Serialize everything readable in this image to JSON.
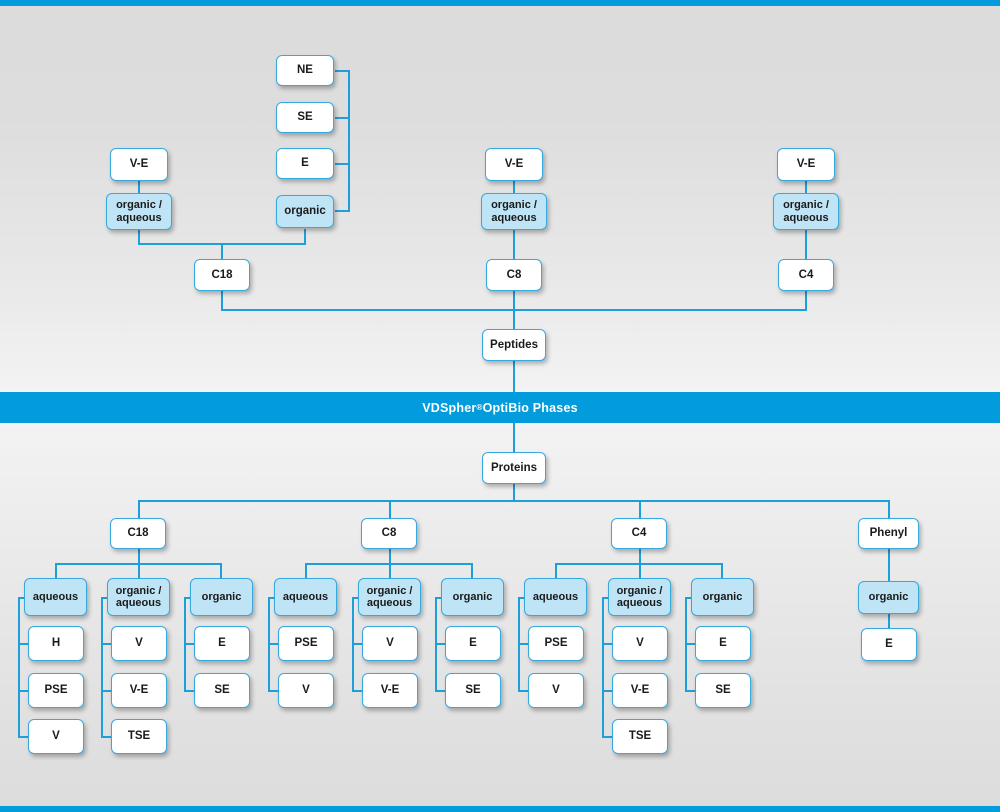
{
  "banner": {
    "brand": "VDSpher",
    "registered": "®",
    "rest": " OptiBio Phases",
    "color": "#029bdb"
  },
  "theme": {
    "accent": "#029bdb",
    "line": "#1f9fd9",
    "box_border": "#36a9de",
    "box_fill_white": "#ffffff",
    "box_fill_blue": "#bfe4f5",
    "text": "#1a1a1a",
    "bg_top": "#dcdcdc",
    "bg_mid": "#f3f3f3"
  },
  "peptides": {
    "root_label": "Peptides",
    "columns": [
      {
        "id": "c18",
        "phase_label": "C18",
        "modes": [
          {
            "id": "organic-aqueous",
            "label": "organic /\naqueous",
            "filled": true,
            "parent_label": "V-E",
            "children": []
          },
          {
            "id": "organic",
            "label": "organic",
            "filled": true,
            "parent_label": "",
            "children": [
              "NE",
              "SE",
              "E"
            ]
          }
        ]
      },
      {
        "id": "c8",
        "phase_label": "C8",
        "modes": [
          {
            "id": "organic-aqueous",
            "label": "organic /\naqueous",
            "filled": true,
            "parent_label": "V-E",
            "children": []
          }
        ]
      },
      {
        "id": "c4",
        "phase_label": "C4",
        "modes": [
          {
            "id": "organic-aqueous",
            "label": "organic /\naqueous",
            "filled": true,
            "parent_label": "V-E",
            "children": []
          }
        ]
      }
    ]
  },
  "proteins": {
    "root_label": "Proteins",
    "columns": [
      {
        "id": "c18",
        "phase_label": "C18",
        "groups": [
          {
            "id": "aqueous",
            "label": "aqueous",
            "items": [
              "H",
              "PSE",
              "V"
            ]
          },
          {
            "id": "organic-aqueous",
            "label": "organic /\naqueous",
            "items": [
              "V",
              "V-E",
              "TSE"
            ]
          },
          {
            "id": "organic",
            "label": "organic",
            "items": [
              "E",
              "SE"
            ]
          }
        ]
      },
      {
        "id": "c8",
        "phase_label": "C8",
        "groups": [
          {
            "id": "aqueous",
            "label": "aqueous",
            "items": [
              "PSE",
              "V"
            ]
          },
          {
            "id": "organic-aqueous",
            "label": "organic /\naqueous",
            "items": [
              "V",
              "V-E"
            ]
          },
          {
            "id": "organic",
            "label": "organic",
            "items": [
              "E",
              "SE"
            ]
          }
        ]
      },
      {
        "id": "c4",
        "phase_label": "C4",
        "groups": [
          {
            "id": "aqueous",
            "label": "aqueous",
            "items": [
              "PSE",
              "V"
            ]
          },
          {
            "id": "organic-aqueous",
            "label": "organic /\naqueous",
            "items": [
              "V",
              "V-E",
              "TSE"
            ]
          },
          {
            "id": "organic",
            "label": "organic",
            "items": [
              "E",
              "SE"
            ]
          }
        ]
      },
      {
        "id": "phenyl",
        "phase_label": "Phenyl",
        "groups": [
          {
            "id": "organic",
            "label": "organic",
            "items": [
              "E"
            ]
          }
        ]
      }
    ]
  },
  "nodes": {
    "top": {
      "ne": "NE",
      "se": "SE",
      "e": "E",
      "organic": "organic",
      "ve_c18": "V-E",
      "orgaq_c18": "organic /\naqueous",
      "c18": "C18",
      "ve_c8": "V-E",
      "orgaq_c8": "organic /\naqueous",
      "c8": "C8",
      "ve_c4": "V-E",
      "orgaq_c4": "organic /\naqueous",
      "c4": "C4",
      "peptides": "Peptides"
    },
    "bottom": {
      "proteins": "Proteins",
      "c18": "C18",
      "c8": "C8",
      "c4": "C4",
      "phenyl": "Phenyl",
      "c18_aqueous": "aqueous",
      "c18_aqueous_1": "H",
      "c18_aqueous_2": "PSE",
      "c18_aqueous_3": "V",
      "c18_orgaq": "organic /\naqueous",
      "c18_orgaq_1": "V",
      "c18_orgaq_2": "V-E",
      "c18_orgaq_3": "TSE",
      "c18_org": "organic",
      "c18_org_1": "E",
      "c18_org_2": "SE",
      "c8_aqueous": "aqueous",
      "c8_aqueous_1": "PSE",
      "c8_aqueous_2": "V",
      "c8_orgaq": "organic /\naqueous",
      "c8_orgaq_1": "V",
      "c8_orgaq_2": "V-E",
      "c8_org": "organic",
      "c8_org_1": "E",
      "c8_org_2": "SE",
      "c4_aqueous": "aqueous",
      "c4_aqueous_1": "PSE",
      "c4_aqueous_2": "V",
      "c4_orgaq": "organic /\naqueous",
      "c4_orgaq_1": "V",
      "c4_orgaq_2": "V-E",
      "c4_orgaq_3": "TSE",
      "c4_org": "organic",
      "c4_org_1": "E",
      "c4_org_2": "SE",
      "phenyl_org": "organic",
      "phenyl_org_1": "E"
    }
  }
}
